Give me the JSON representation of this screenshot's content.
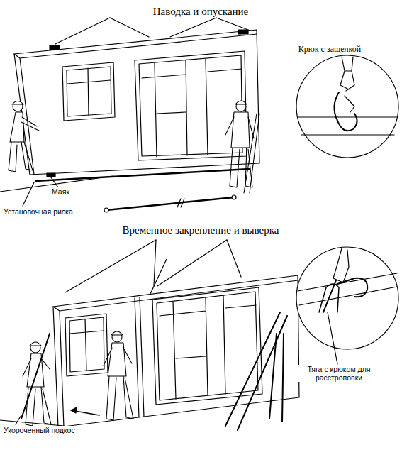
{
  "diagram": {
    "labels": [
      "Наводка и опускание",
      "Крюк с защелкой",
      "Маяк",
      "Установочная риска",
      "Временное закрепление и выверка",
      "Тяга с крюком для расстроповки",
      "Укороченный подкос"
    ]
  }
}
